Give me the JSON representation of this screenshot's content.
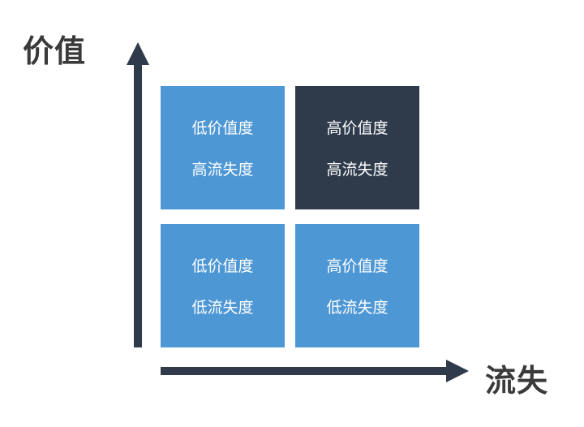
{
  "axes": {
    "y_label": "价值",
    "x_label": "流失"
  },
  "quadrants": [
    {
      "position": "top-left",
      "line1": "低价值度",
      "line2": "高流失度",
      "color": "#4e97d5"
    },
    {
      "position": "top-right",
      "line1": "高价值度",
      "line2": "高流失度",
      "color": "#2f3b4b"
    },
    {
      "position": "bottom-left",
      "line1": "低价值度",
      "line2": "低流失度",
      "color": "#4e97d5"
    },
    {
      "position": "bottom-right",
      "line1": "高价值度",
      "line2": "低流失度",
      "color": "#4e97d5"
    }
  ]
}
